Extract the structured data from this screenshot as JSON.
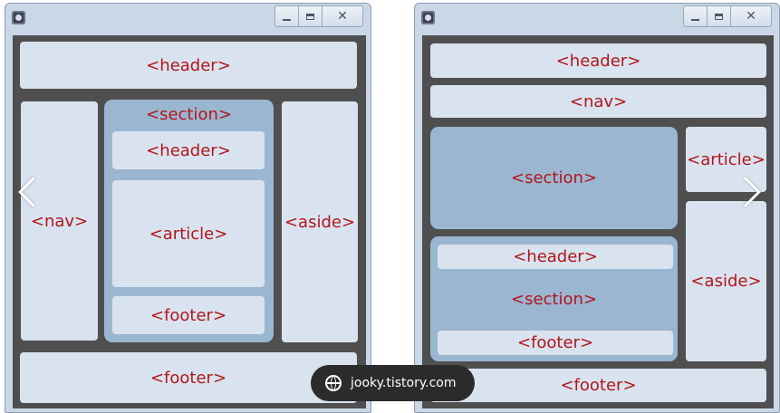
{
  "left_window": {
    "labels": {
      "header": "<header>",
      "nav": "<nav>",
      "section": "<section>",
      "section_header": "<header>",
      "article": "<article>",
      "section_footer": "<footer>",
      "aside": "<aside>",
      "footer": "<footer>"
    }
  },
  "right_window": {
    "labels": {
      "header": "<header>",
      "nav": "<nav>",
      "section_top": "<section>",
      "article": "<article>",
      "section_bottom_header": "<header>",
      "section_bottom": "<section>",
      "section_bottom_footer": "<footer>",
      "aside": "<aside>",
      "footer": "<footer>"
    }
  },
  "window_controls": {
    "close_glyph": "☒"
  },
  "watermark": {
    "text": "jooky.tistory.com"
  },
  "colors": {
    "label_text": "#b0161c",
    "light_box": "#d9e3ef",
    "dark_box": "#9bb6d1",
    "client_bg": "#4f4f4f",
    "window_frame": "#c9d7e6"
  },
  "icons": [
    "app-icon",
    "minimize-icon",
    "maximize-icon",
    "close-icon",
    "chevron-left-icon",
    "chevron-right-icon",
    "globe-icon"
  ]
}
